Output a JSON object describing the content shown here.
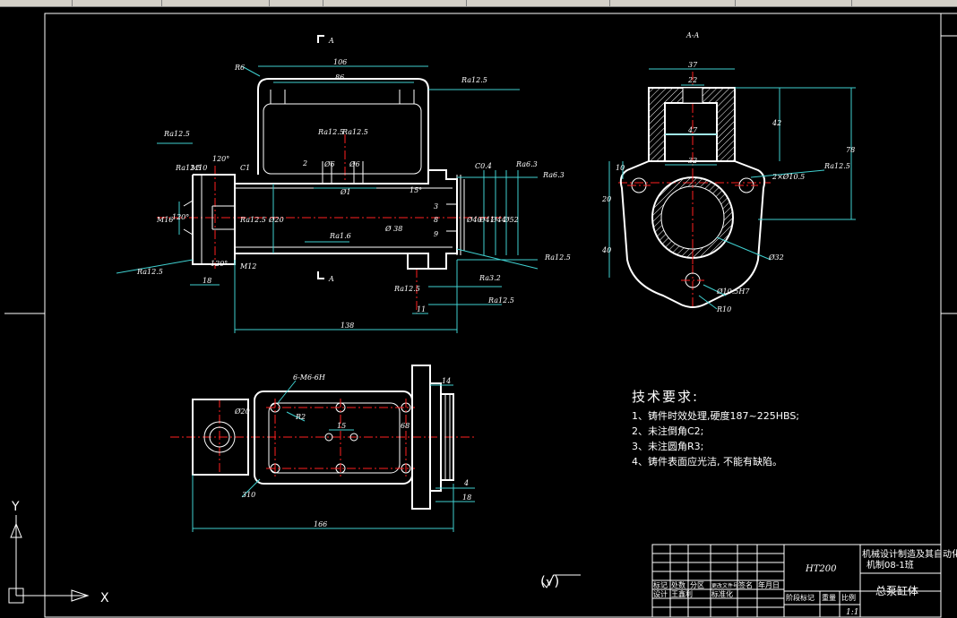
{
  "section_labels": {
    "cut_top": "A",
    "cut_bottom": "A",
    "section_title": "A-A"
  },
  "dims_front": {
    "d106": "106",
    "d86": "86",
    "d138": "138",
    "d18": "18",
    "d11": "11",
    "d120a": "120°",
    "d120b": "120°",
    "d120c": "120°",
    "m16": "M16",
    "m12": "M12",
    "m10": "M10",
    "c1": "C1",
    "c04": "C0.4",
    "r6": "R6",
    "phi20": "Ø20",
    "phi38": "Ø 38",
    "phi40": "Ø40",
    "phi41": "Ø41",
    "phi44": "Ø44",
    "phi52": "Ø52",
    "phi6a": "Ø6",
    "phi6b": "Ø6",
    "phi1": "Ø1",
    "d2": "2",
    "d3": "3",
    "d8": "8",
    "d9": "9",
    "d15": "15°",
    "ra125_a": "Ra12.5",
    "ra125_b": "Ra12.5",
    "ra125_c": "Ra12.5",
    "ra125_d": "Ra12.5",
    "ra125_e": "Ra12.5",
    "ra125_f": "Ra12.5",
    "ra125_g": "Ra12.5",
    "ra125_h": "Ra12.5",
    "ra125_i": "Ra12.5",
    "ra125_j": "Ra12.5",
    "ra16": "Ra1.6",
    "ra63a": "Ra6.3",
    "ra63b": "Ra6.3",
    "ra32": "Ra3.2"
  },
  "dims_section": {
    "d37": "37",
    "d22": "22",
    "d47": "47",
    "d32": "32",
    "d42": "42",
    "d78": "78",
    "d10": "10",
    "d20": "20",
    "d40": "40",
    "holes": "2×Ø10.5",
    "ra125": "Ra12.5",
    "phi32": "Ø32",
    "phi10": "Ø10.5H7",
    "r10": "R10"
  },
  "dims_top": {
    "tap": "6-M6-6H",
    "r2": "R2",
    "phi20": "Ø20",
    "d15": "15",
    "d68": "68",
    "d14": "14",
    "d4": "4",
    "d18": "18",
    "d310": "310",
    "d166": "166"
  },
  "notes": {
    "title": "技术要求:",
    "items": [
      "1、铸件时效处理,硬度187~225HBS;",
      "2、未注倒角C2;",
      "3、未注圆角R3;",
      "4、铸件表面应光洁, 不能有缺陷。"
    ]
  },
  "rough_symbol": "(√)",
  "title_block": {
    "material": "HT200",
    "school": "机械设计制造及其自动化",
    "class": "机制08-1班",
    "part_name": "总泵缸体",
    "scale": "1:1",
    "hdr": [
      "标记",
      "处数",
      "分区",
      "更改文件号",
      "签名",
      "年月日"
    ],
    "design": "设计",
    "design_name": "王鑫利",
    "standard": "标准化",
    "stage": "阶段标记",
    "weight": "重量",
    "ratio": "比例"
  },
  "ucs": {
    "x": "X",
    "y": "Y"
  }
}
